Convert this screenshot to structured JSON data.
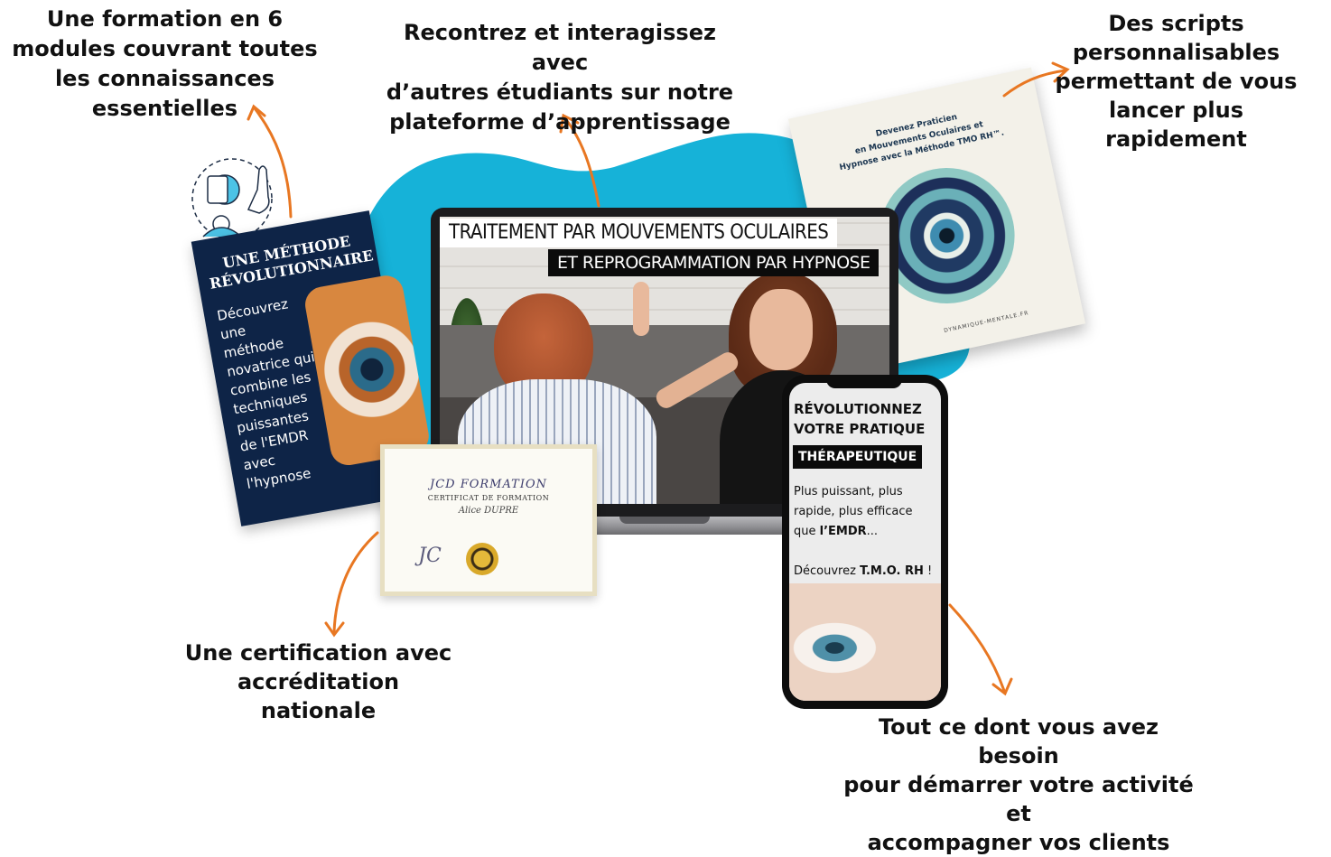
{
  "captions": {
    "modules": [
      "Une formation en 6",
      "modules couvrant toutes",
      "les connaissances",
      "essentielles"
    ],
    "community": [
      "Recontrez et interagissez avec",
      "d’autres étudiants sur notre",
      "plateforme d’apprentissage"
    ],
    "scripts": [
      "Des scripts",
      "personnalisables",
      "permettant de vous",
      "lancer plus rapidement"
    ],
    "certification": [
      "Une certification avec",
      "accréditation",
      "nationale"
    ],
    "everything": [
      "Tout ce dont vous avez besoin",
      "pour démarrer votre activité et",
      "accompagner vos clients"
    ]
  },
  "laptop": {
    "title_line1": "TRAITEMENT PAR MOUVEMENTS OCULAIRES",
    "title_line2": "ET REPROGRAMMATION PAR HYPNOSE"
  },
  "card_left": {
    "title": "UNE MÉTHODE RÉVOLUTIONNAIRE",
    "body": "Découvrez une méthode novatrice qui combine les techniques puissantes de l'EMDR avec l'hypnose"
  },
  "certificate": {
    "brand": "JCD FORMATION",
    "subtitle": "CERTIFICAT DE FORMATION",
    "name": "Alice DUPRE"
  },
  "book": {
    "title_line1": "Devenez Praticien",
    "title_line2": "en Mouvements Oculaires et",
    "title_line3": "Hypnose avec la Méthode TMO RH™.",
    "footer": "DYNAMIQUE-MENTALE.FR"
  },
  "phone": {
    "headline_line1": "RÉVOLUTIONNEZ",
    "headline_line2": "VOTRE PRATIQUE",
    "badge": "THÉRAPEUTIQUE",
    "text_a": "Plus puissant, plus rapide, plus efficace que ",
    "text_a_bold": "l’EMDR",
    "text_a_end": "...",
    "text_b": "Découvrez ",
    "text_b_bold": "T.M.O. RH",
    "text_b_end": " !"
  },
  "colors": {
    "accent_arrow": "#e87722",
    "blob": "#16b2d8",
    "card_navy": "#0e2447"
  },
  "icons": {
    "megaphone_illustration": "megaphone-icon"
  }
}
